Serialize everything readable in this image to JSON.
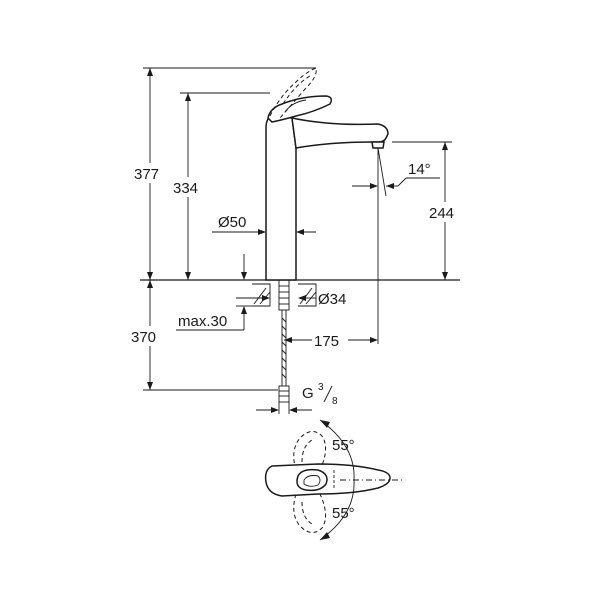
{
  "dimensions": {
    "total_height": "377",
    "spout_height": "334",
    "outlet_height": "244",
    "below_deck": "370",
    "body_diameter": "Ø50",
    "hole_diameter": "Ø34",
    "max_deck": "max.30",
    "reach": "175",
    "spout_angle": "14°"
  },
  "connection": {
    "thread_prefix": "G",
    "thread_num": "3",
    "thread_den": "8"
  },
  "top_view": {
    "angle_upper": "55°",
    "angle_lower": "55°"
  }
}
